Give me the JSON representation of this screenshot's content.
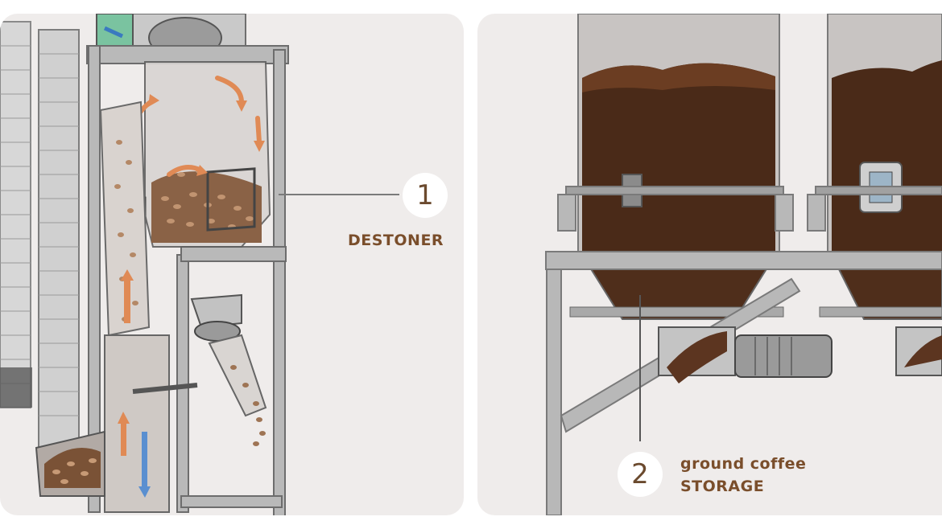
{
  "callouts": [
    {
      "number": "1",
      "title": "DESTONER"
    },
    {
      "number": "2",
      "line1": "ground coffee",
      "line2": "STORAGE"
    }
  ],
  "colors": {
    "panel_bg": "#efeceb",
    "accent_brown": "#7a4e2b",
    "frame_steel": "#9a9a9a",
    "coffee_dark": "#4a2a18",
    "arrow_orange": "#e08a55",
    "arrow_blue": "#5a8fd0"
  },
  "icons": [
    "destoner-machine",
    "storage-silo",
    "gear-motor",
    "blower-fan",
    "flexible-hose"
  ]
}
